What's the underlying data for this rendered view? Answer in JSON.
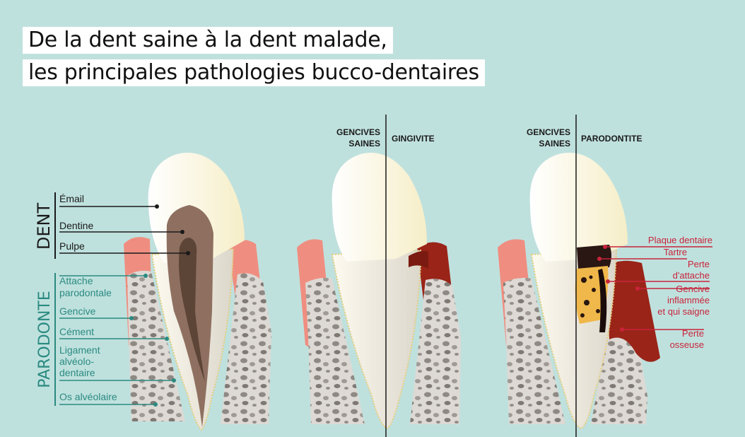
{
  "title": {
    "line1": "De la dent saine à la dent malade,",
    "line2": "les principales pathologies bucco-dentaires"
  },
  "anatomy": {
    "dent_group": "DENT",
    "parodonte_group": "PARODONTE",
    "labels": {
      "email": "Émail",
      "dentine": "Dentine",
      "pulpe": "Pulpe",
      "attache_1": "Attache",
      "attache_2": "parodontale",
      "gencive": "Gencive",
      "cement": "Cément",
      "ligament_1": "Ligament",
      "ligament_2": "alvéolo-",
      "ligament_3": "dentaire",
      "os": "Os alvéolaire"
    }
  },
  "gingivite": {
    "left_header_1": "GENCIVES",
    "left_header_2": "SAINES",
    "right_header": "GINGIVITE"
  },
  "parodontite": {
    "left_header_1": "GENCIVES",
    "left_header_2": "SAINES",
    "right_header": "PARODONTITE",
    "labels": {
      "plaque": "Plaque dentaire",
      "tartre": "Tartre",
      "perte_attache_1": "Perte",
      "perte_attache_2": "d'attache",
      "gencive_1": "Gencive",
      "gencive_2": "inflammée",
      "gencive_3": "et qui saigne",
      "perte_osseuse_1": "Perte",
      "perte_osseuse_2": "osseuse"
    }
  },
  "colors": {
    "background": "#bfe1de",
    "dent_label": "#1a1a1a",
    "parodonte_label": "#2a8a80",
    "pathology_label": "#c8243a",
    "enamel": "#fbf4dc",
    "dentine": "#8f7060",
    "pulp": "#5c4436",
    "gum_healthy": "#ef8e80",
    "gum_inflamed": "#9a2418",
    "bone": "#a8a29e",
    "tartar": "#f0b84a"
  }
}
